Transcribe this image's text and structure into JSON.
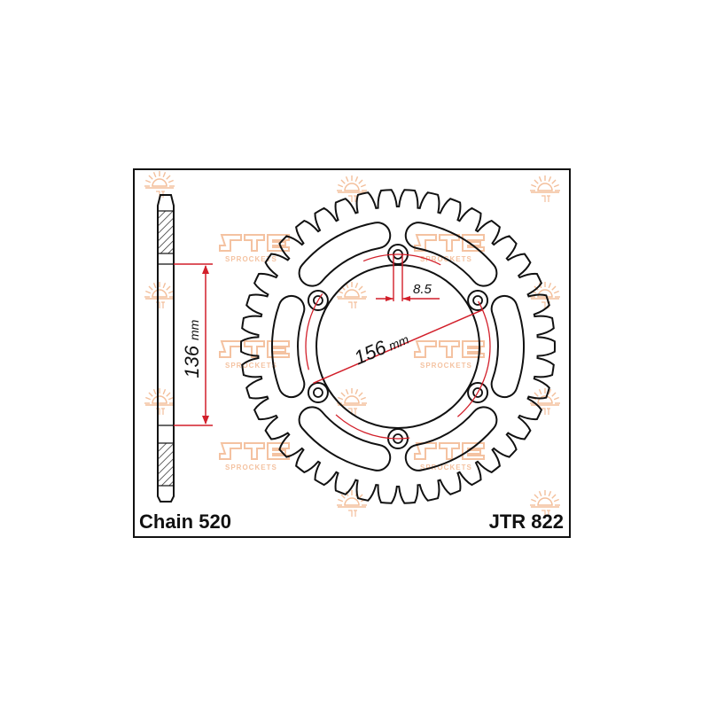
{
  "drawing": {
    "chain_label": "Chain 520",
    "part_number": "JTR 822",
    "dimensions": {
      "bolt_circle": "136",
      "bolt_circle_unit": "mm",
      "center_bore": "156",
      "center_bore_unit": "mm",
      "hole_diameter": "8.5"
    },
    "watermark": {
      "text": "SPROCKETS",
      "color": "#f2b48a"
    },
    "colors": {
      "outline": "#111111",
      "dimension": "#d21f2a",
      "hatch": "#222222"
    },
    "teeth_count": 42,
    "bolt_count": 6
  }
}
